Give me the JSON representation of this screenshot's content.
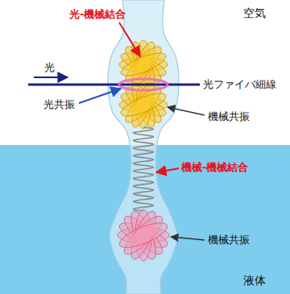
{
  "diagram": {
    "labels": [
      "空気",
      "光-機械結合",
      "光",
      "光ファイバ細線",
      "光共振",
      "機械共振",
      "機械-機械結合",
      "機械共振",
      "液体"
    ]
  }
}
